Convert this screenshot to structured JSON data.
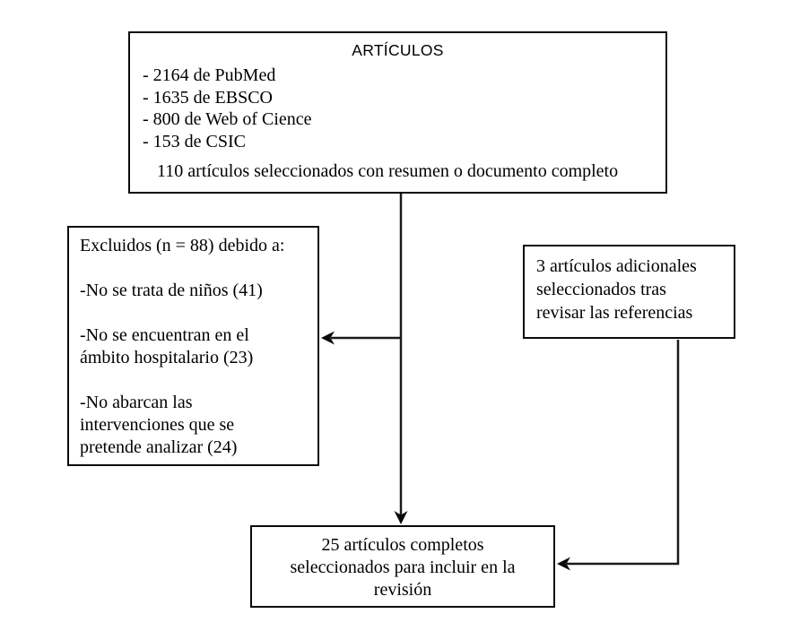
{
  "diagram": {
    "articles_box": {
      "title": "ARTÍCULOS",
      "sources": [
        "- 2164 de PubMed",
        "- 1635 de EBSCO",
        "- 800 de Web of Cience",
        "- 153 de CSIC"
      ],
      "summary": "110 artículos seleccionados con resumen o documento completo"
    },
    "excluded_box": {
      "title": "Excluidos (n = 88) debido a:",
      "reasons": [
        "-No se trata de niños (41)",
        "-No se encuentran en el\námbito hospitalario (23)",
        "-No abarcan las\nintervenciones que se\npretende analizar (24)"
      ]
    },
    "additional_box": {
      "text": "3 artículos adicionales\nseleccionados tras\nrevisar las referencias"
    },
    "final_box": {
      "text": "25 artículos completos\nseleccionados para incluir en la\nrevisión"
    }
  },
  "colors": {
    "border": "#0a0a0a",
    "line": "#1a1a1a",
    "text": "#000000",
    "background": "#ffffff"
  }
}
